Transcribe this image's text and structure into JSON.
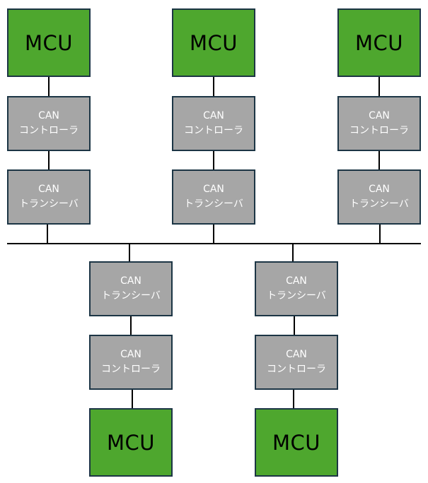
{
  "labels": {
    "mcu": "MCU",
    "can": "CAN",
    "controller": "コントローラ",
    "transceiver": "トランシーバ"
  },
  "colors": {
    "mcu_fill": "#4ea72e",
    "block_fill": "#a6a6a6",
    "block_text": "#ffffff",
    "border": "#1c3545",
    "bus": "#000000"
  }
}
